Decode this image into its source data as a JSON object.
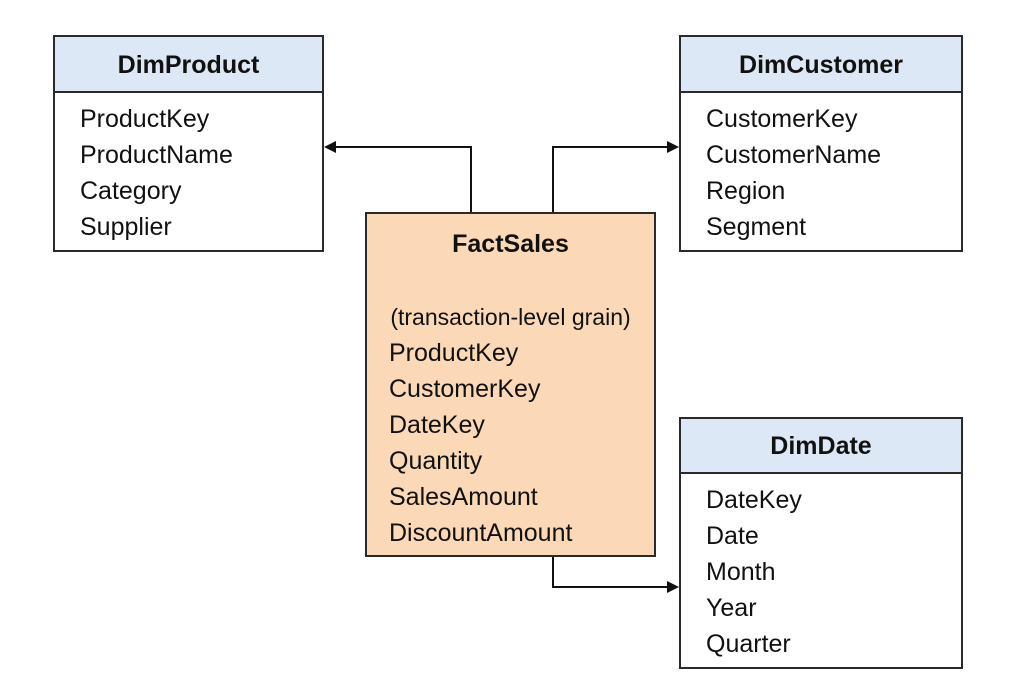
{
  "dim_product": {
    "title": "DimProduct",
    "fields": [
      "ProductKey",
      "ProductName",
      "Category",
      "Supplier"
    ]
  },
  "dim_customer": {
    "title": "DimCustomer",
    "fields": [
      "CustomerKey",
      "CustomerName",
      "Region",
      "Segment"
    ]
  },
  "fact_sales": {
    "title": "FactSales",
    "note": "(transaction-level grain)",
    "fields": [
      "ProductKey",
      "CustomerKey",
      "DateKey",
      "Quantity",
      "SalesAmount",
      "DiscountAmount"
    ]
  },
  "dim_date": {
    "title": "DimDate",
    "fields": [
      "DateKey",
      "Date",
      "Month",
      "Year",
      "Quarter"
    ]
  },
  "colors": {
    "dimension_header": "#dde8f6",
    "fact_fill": "#fbd8b6",
    "line": "#111111"
  }
}
